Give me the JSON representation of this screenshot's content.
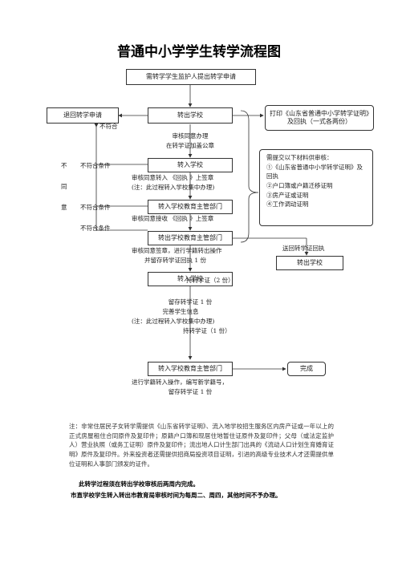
{
  "title": "普通中小学学生转学流程图",
  "boxes": {
    "apply": "需转学学生监护人提出转学申请",
    "out_school": "转出学校",
    "return_apply": "退回转学申请",
    "print": "打印《山东省普通中小学转学证明》及回执（一式各两份）",
    "in_school_1": "转入学校",
    "in_bureau_1": "转入学校教育主管部门",
    "out_bureau": "转出学校教育主管部门",
    "in_school_2": "转入学校",
    "in_bureau_2": "转入学校教育主管部门",
    "send_back_target": "转出学校",
    "done": "完成"
  },
  "requirements": {
    "heading": "需提交以下材料供审核：",
    "items": [
      "①《山东省普通中小学转学证明》及回执",
      "②户口簿或户籍迁移证明",
      "③房产证或证明",
      "④工作调动证明"
    ]
  },
  "labels": {
    "reject_1": "不符合",
    "reject_v1": "不",
    "reject_v2": "同",
    "reject_v3": "意",
    "reject_2": "不符合条件",
    "reject_3": "不符合条件",
    "reject_4": "不符合条件",
    "step1_a": "审核同意办理",
    "step1_b": "在转学证加盖公章",
    "step2_a": "审核同意转入 《回执 》上签章",
    "step2_b": "(注：此过程转入学校集中办理)",
    "step3": "审核同意接收 《回执 》上签章",
    "step4_a": "审核同意签章，进行学籍转出操作",
    "step4_b": "并留存转学证回执 1 份",
    "step4_c": "持转学证（2 份）",
    "send_back": "送回转学证回执",
    "step5_a": "留存转学证 1 份",
    "step5_b": "完善学生信息",
    "step5_c": "(注：此过程转入学校集中办理)",
    "step5_d": "持转学证（1 份）",
    "step6_a": "进行学籍转入操作，编写新学籍号，",
    "step6_b": "留存转学证 1 份"
  },
  "note": "注：非常住居民子女转学需提供《山东省转学证明》、流入地学校招生服务区内房产证或一年以上的正式房屋租住合同原件及复印件；原籍户口簿和现居住地暂住证原件及复印件；父母（或法定监护人）营业执照（或务工证明）原件及复印件；流出地人口计生部门出具的《流动人口计划生育婚育证明》原件及复印件。外来投资者还需提供招商局投资项目证明，引进的高级专业技术人才还需提供单位证明和人事部门颁发的证件。",
  "bold_1": "此转学过程须在转出学校审核后两周内完成。",
  "bold_2": "市直学校学生转入转出市教育局审核时间为每周二、周四，其他时间不予办理。"
}
